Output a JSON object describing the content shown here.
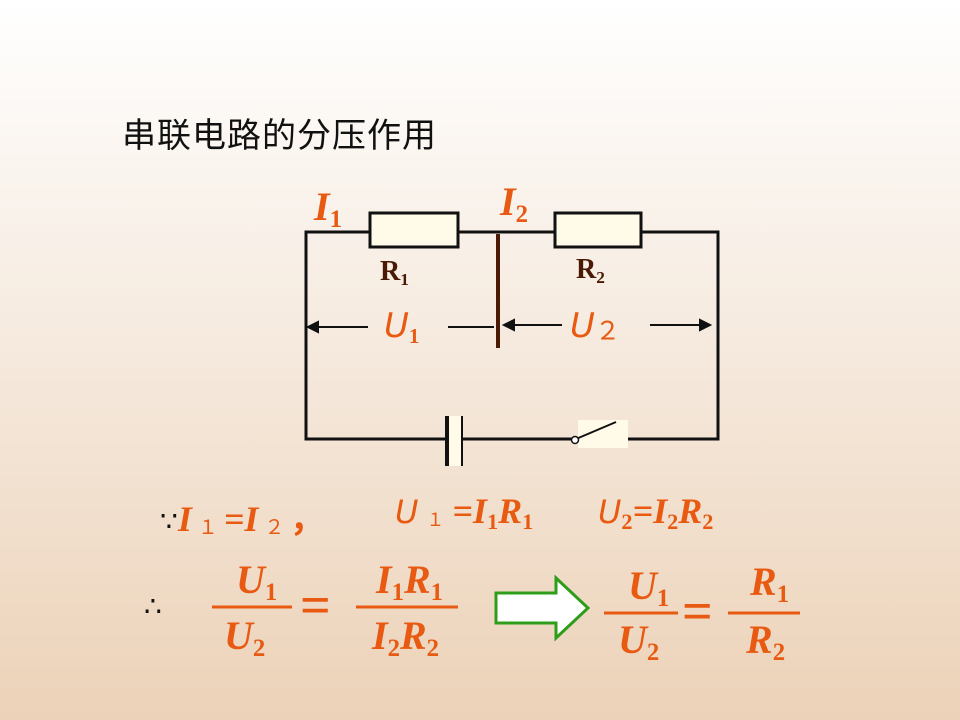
{
  "title": "串联电路的分压作用",
  "circuit": {
    "i1_main": "I",
    "i1_sub": "1",
    "i2_main": "I",
    "i2_sub": "2",
    "r1_main": "R",
    "r1_sub": "1",
    "r2_main": "R",
    "r2_sub": "2",
    "u1_main": "U",
    "u1_sub": "1",
    "u2_main": "U",
    "u2_sub": "２"
  },
  "line1": {
    "because": "∵",
    "i1": "I",
    "i1_sub": "１",
    "eq": "=",
    "i2": "I",
    "i2_sub": "２",
    "comma": "，",
    "u1": "U",
    "u1_sub": "１",
    "u1_rhs": "=I",
    "u1_rhs_s1": "1",
    "u1_rhs_r": "R",
    "u1_rhs_s2": "1",
    "u2": "U",
    "u2_sub": "2",
    "u2_rhs": "=I",
    "u2_rhs_s1": "2",
    "u2_rhs_r": "R",
    "u2_rhs_s2": "2"
  },
  "line2": {
    "therefore": "∴",
    "f1_num": "U",
    "f1_num_sub": "1",
    "f1_den": "U",
    "f1_den_sub": "2",
    "equals": "=",
    "f2_num_a": "I",
    "f2_num_a_sub": "1",
    "f2_num_b": "R",
    "f2_num_b_sub": "1",
    "f2_den_a": "I",
    "f2_den_a_sub": "2",
    "f2_den_b": "R",
    "f2_den_b_sub": "2",
    "f3_num": "U",
    "f3_num_sub": "1",
    "f3_den": "U",
    "f3_den_sub": "2",
    "equals2": "=",
    "f4_num": "R",
    "f4_num_sub": "1",
    "f4_den": "R",
    "f4_den_sub": "2"
  },
  "colors": {
    "accent": "#e85a12",
    "wire": "#111111",
    "arrow": "#2e9e1a",
    "label": "#4a1a05"
  }
}
